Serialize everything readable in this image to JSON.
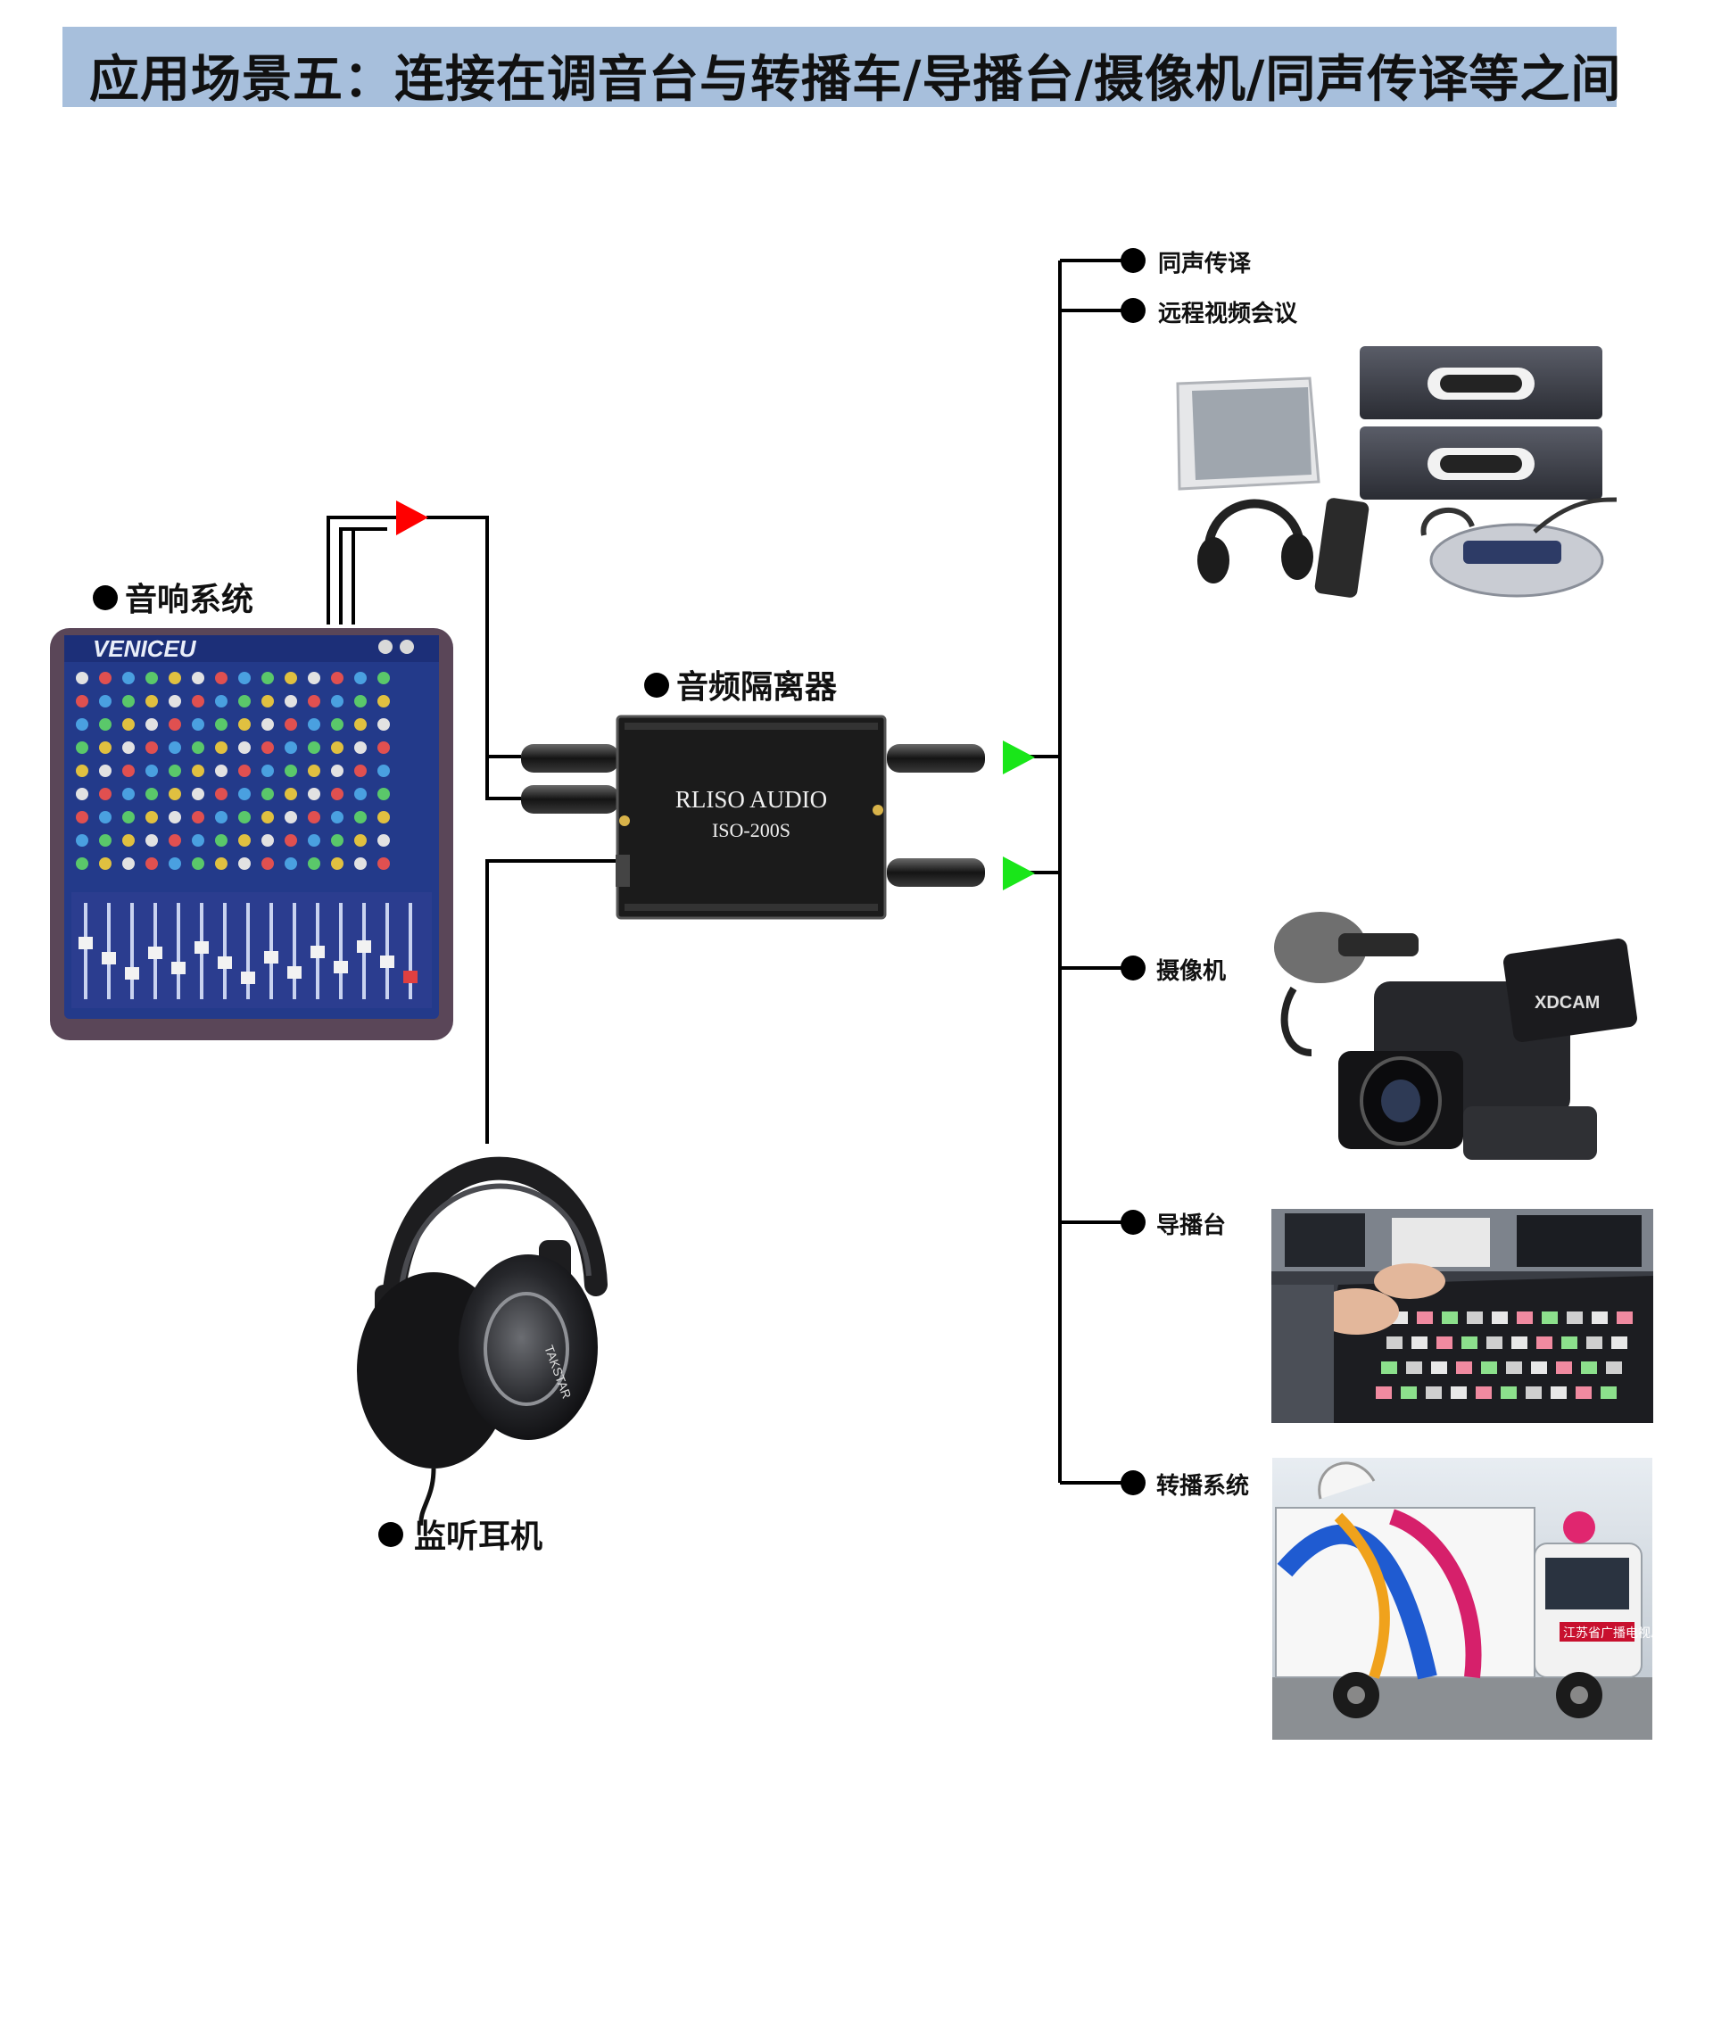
{
  "header": {
    "title": "应用场景五：连接在调音台与转播车/导播台/摄像机/同声传译等之间"
  },
  "devices": {
    "mixer": {
      "label": "音响系统",
      "brand": "VENICEU"
    },
    "isolator": {
      "label": "音频隔离器",
      "brand_line1": "RLISO AUDIO",
      "brand_line2": "ISO-200S"
    },
    "headphones": {
      "label": "监听耳机",
      "brand": "TAKSTAR"
    }
  },
  "outputs": [
    {
      "label": "同声传译"
    },
    {
      "label": "远程视频会议"
    },
    {
      "label": "摄像机",
      "brand": "XDCAM"
    },
    {
      "label": "导播台"
    },
    {
      "label": "转播系统",
      "truck_text": "江苏省广播电视总台"
    }
  ],
  "colors": {
    "banner": "#a7bfdc",
    "arrow_in": "#ff0000",
    "arrow_out": "#19e619",
    "line": "#000000"
  }
}
